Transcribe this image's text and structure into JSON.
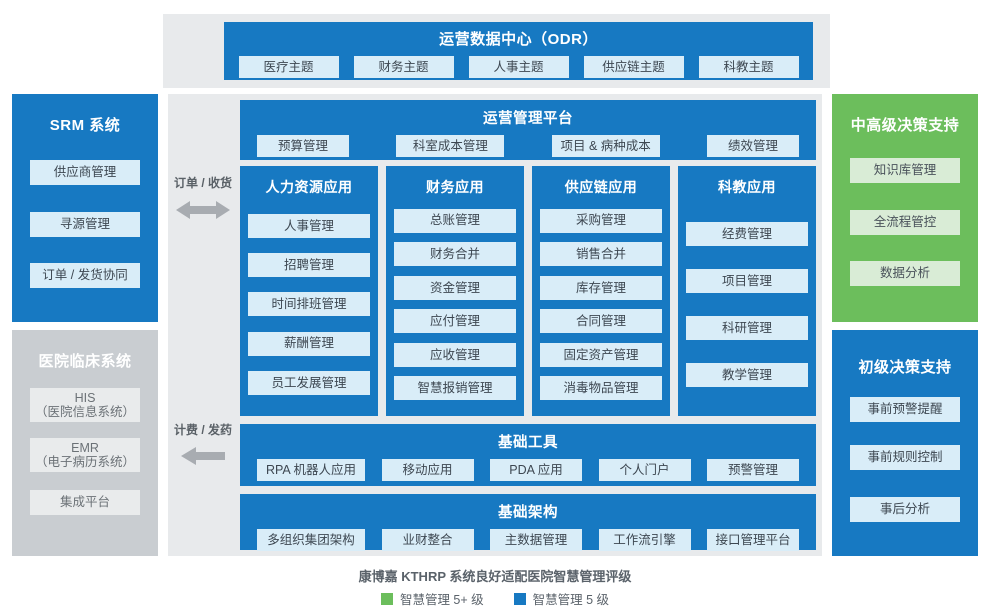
{
  "colors": {
    "blue": "#1779c2",
    "green": "#6cbe5c",
    "light_blue": "#d9edf8",
    "light_green": "#d9ecd6",
    "band_gray": "#e8eaec",
    "panel_gray": "#c9cdd1"
  },
  "top": {
    "title": "运营数据中心（ODR）",
    "items": [
      "医疗主题",
      "财务主题",
      "人事主题",
      "供应链主题",
      "科教主题"
    ]
  },
  "srm": {
    "title": "SRM 系统",
    "items": [
      "供应商管理",
      "寻源管理",
      "订单 / 发货协同"
    ]
  },
  "clinical": {
    "title": "医院临床系统",
    "items": [
      {
        "line1": "HIS",
        "line2": "（医院信息系统）"
      },
      {
        "line1": "EMR",
        "line2": "（电子病历系统）"
      },
      {
        "line1": "集成平台"
      }
    ]
  },
  "connectors": {
    "order": "订单 / 收货",
    "billing": "计费 / 发药"
  },
  "platform": {
    "title": "运营管理平台",
    "items": [
      "预算管理",
      "科室成本管理",
      "项目 & 病种成本",
      "绩效管理"
    ]
  },
  "columns": [
    {
      "title": "人力资源应用",
      "items": [
        "人事管理",
        "招聘管理",
        "时间排班管理",
        "薪酬管理",
        "员工发展管理"
      ]
    },
    {
      "title": "财务应用",
      "items": [
        "总账管理",
        "财务合并",
        "资金管理",
        "应付管理",
        "应收管理",
        "智慧报销管理"
      ]
    },
    {
      "title": "供应链应用",
      "items": [
        "采购管理",
        "销售合并",
        "库存管理",
        "合同管理",
        "固定资产管理",
        "消毒物品管理"
      ]
    },
    {
      "title": "科教应用",
      "items": [
        "经费管理",
        "项目管理",
        "科研管理",
        "教学管理"
      ]
    }
  ],
  "tools": {
    "title": "基础工具",
    "items": [
      "RPA 机器人应用",
      "移动应用",
      "PDA 应用",
      "个人门户",
      "预警管理"
    ]
  },
  "infra": {
    "title": "基础架构",
    "items": [
      "多组织集团架构",
      "业财整合",
      "主数据管理",
      "工作流引擎",
      "接口管理平台"
    ]
  },
  "senior": {
    "title": "中高级决策支持",
    "items": [
      "知识库管理",
      "全流程管控",
      "数据分析"
    ]
  },
  "junior": {
    "title": "初级决策支持",
    "items": [
      "事前预警提醒",
      "事前规则控制",
      "事后分析"
    ]
  },
  "footer": {
    "caption": "康博嘉 KTHRP 系统良好适配医院智慧管理评级",
    "legend": [
      {
        "label": "智慧管理 5+ 级",
        "color": "#6cbe5c"
      },
      {
        "label": "智慧管理 5 级",
        "color": "#1779c2"
      }
    ]
  }
}
